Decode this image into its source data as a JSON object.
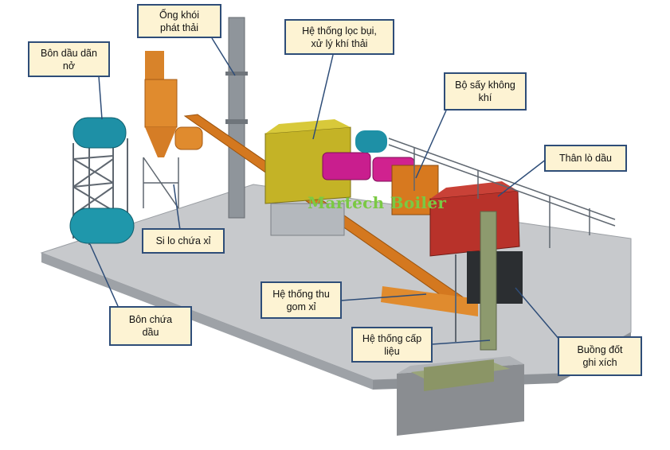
{
  "brand": {
    "watermark": "Martech Boiler",
    "color": "#7ac943"
  },
  "callout_style": {
    "background": "#fdf3d3",
    "border": "#2e4d78"
  },
  "labels": {
    "expansion_tank": "Bôn dầu dãn\nnở",
    "chimney": "Ống khói\nphát thải",
    "dust_filter": "Hệ thống lọc bụi,\nxử lý khí thải",
    "air_heater": "Bộ sấy không\nkhí",
    "boiler_body": "Thân lò dầu",
    "slag_silo": "Si lo chứa xỉ",
    "oil_tank": "Bôn chứa\ndầu",
    "slag_collection": "Hệ thống thu\ngom xỉ",
    "fuel_feed": "Hệ thống cấp\nliệu",
    "chain_grate": "Buồng đốt\nghi xích"
  }
}
